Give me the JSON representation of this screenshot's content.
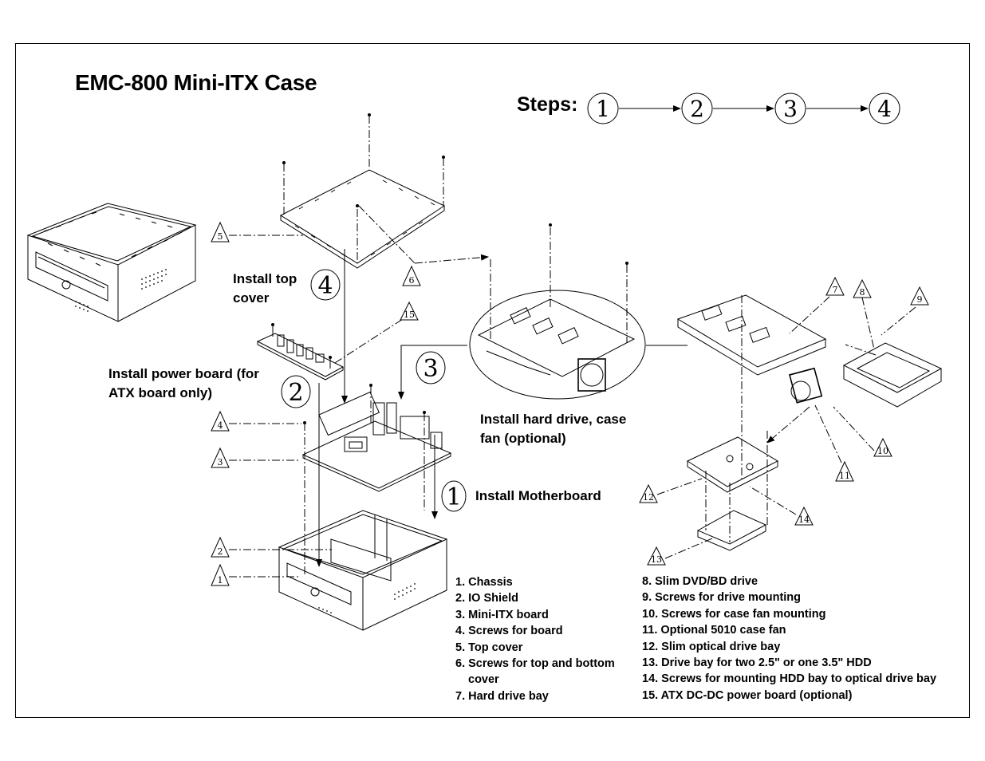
{
  "title": "EMC-800 Mini-ITX Case",
  "steps": {
    "label": "Steps:",
    "sequence": [
      "1",
      "2",
      "3",
      "4"
    ]
  },
  "callouts": {
    "step1": {
      "number": "1",
      "text": "Install Motherboard"
    },
    "step2": {
      "number": "2",
      "line1": "Install power board (for",
      "line2": "ATX board only)"
    },
    "step3": {
      "number": "3",
      "line1": "Install hard drive, case",
      "line2": "fan (optional)"
    },
    "step4": {
      "number": "4",
      "line1": "Install top",
      "line2": "cover"
    }
  },
  "part_tags": [
    "1",
    "2",
    "3",
    "4",
    "5",
    "6",
    "7",
    "8",
    "9",
    "10",
    "11",
    "12",
    "13",
    "14",
    "15"
  ],
  "legend_left": [
    "1. Chassis",
    "2. IO Shield",
    "3. Mini-ITX board",
    "4. Screws for board",
    "5. Top cover",
    "6. Screws for top and bottom cover",
    "7. Hard drive bay"
  ],
  "legend_right": [
    "8. Slim DVD/BD drive",
    "9. Screws for drive mounting",
    "10. Screws for case fan mounting",
    "11. Optional 5010 case fan",
    "12. Slim optical drive bay",
    "13. Drive bay for two 2.5\" or one 3.5\" HDD",
    "14. Screws for mounting HDD bay to optical drive bay",
    "15. ATX DC-DC power board (optional)"
  ]
}
